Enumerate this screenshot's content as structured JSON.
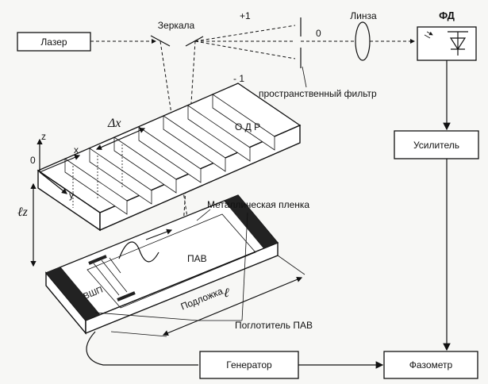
{
  "labels": {
    "laser": "Лазер",
    "mirrors": "Зеркала",
    "plus_one": "+1",
    "minus_one": "- 1",
    "zero": "0",
    "lens": "Линза",
    "photodetector": "ФД",
    "spatial_filter": "пространственный фильтр",
    "amplifier": "Усилитель",
    "odr": "О Д Р",
    "delta_x": "Δx",
    "axis_z": "z",
    "axis_x": "x",
    "axis_y": "y",
    "origin": "0",
    "metal_film": "Металлическая пленка",
    "saw": "ПАВ",
    "lz": "ℓz",
    "vshp": "ВШП",
    "substrate": "Подложка",
    "length_l": "ℓ",
    "saw_absorber": "Поглотитель ПАВ",
    "generator": "Генератор",
    "phasemeter": "Фазометр"
  }
}
